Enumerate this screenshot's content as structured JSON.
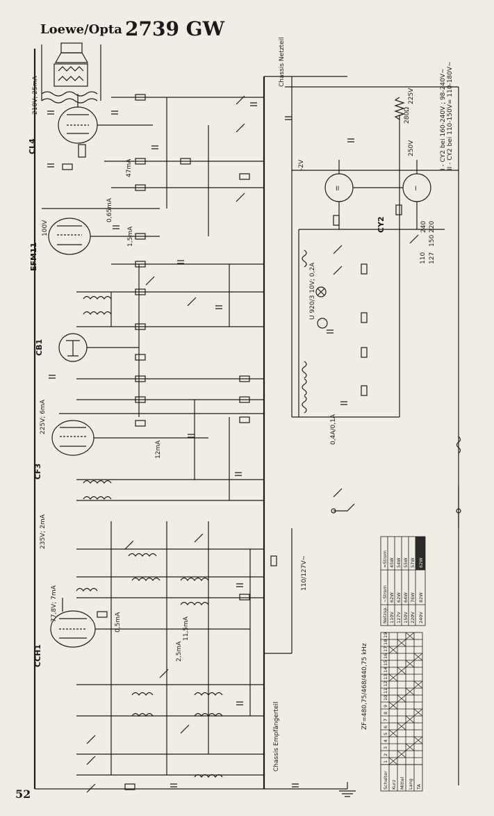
{
  "header": {
    "brand": "Loewe/Opta",
    "model": "2739 GW"
  },
  "page_number": "52",
  "tubes": {
    "cl4": "CL4",
    "efm11": "EFM11",
    "cb1": "CB1",
    "cf3": "CF3",
    "cch1": "CCH1",
    "cy2": "CY2"
  },
  "notes": {
    "cy2_line1": "I - CY2 bei 160-240V ; 98-240V~",
    "cy2_line2": "II - CY2 bei 110-150V= 110-180V~",
    "mains_voltage": "110/127V~",
    "if_frequency": "ZF=480,75/468/440,75 kHz",
    "chassis_receiver": "Chassis Empfängerteil",
    "chassis_mains": "Chassis Netzteil",
    "speaker_supply": "210V; 25mA",
    "cl4_current": "47mA",
    "efm11_supply": "100V",
    "efm11_current": "0,65mA",
    "efm11_current2": "1,5mA",
    "cf3_supply": "225V; 6mA",
    "cf3_current": "12mA",
    "cch1_supply": "235V; 2mA",
    "cch1_supply2": "77,8V; 7mA",
    "cch1_current": "0,5mA",
    "cch1_current2": "2,5mA",
    "cch1_current3": "11,5mA",
    "rail_neg": "-2V",
    "voltage_225": "225V",
    "voltage_250": "250V",
    "res_280": "280Ω",
    "fuse": "0,4A/0,1A",
    "pilot_lamp": "U 920/3 10V; 0,2A",
    "tap_110": "110",
    "tap_127": "127",
    "tap_150": "150",
    "tap_220": "220",
    "tap_240": "240"
  },
  "power_table": {
    "headers": [
      "Netzsp.",
      "~Strom",
      "=Strom"
    ],
    "rows": [
      [
        "110V",
        "62W",
        "45W"
      ],
      [
        "127V",
        "62W",
        "54W"
      ],
      [
        "150V",
        "64W",
        "55W"
      ],
      [
        "220V",
        "76W",
        "57W"
      ],
      [
        "240V",
        "82W",
        "62W"
      ]
    ]
  },
  "switch_table": {
    "rows": [
      "Schalter",
      "Kurz",
      "Mittel",
      "Lang",
      "TA"
    ],
    "columns": [
      "1",
      "2",
      "3",
      "4",
      "5",
      "6",
      "7",
      "8",
      "9",
      "10",
      "11",
      "12",
      "13",
      "14",
      "15",
      "16",
      "17",
      "18",
      "19"
    ]
  },
  "colors": {
    "paper": "#f1ede4",
    "ink": "#1b1b1b"
  }
}
